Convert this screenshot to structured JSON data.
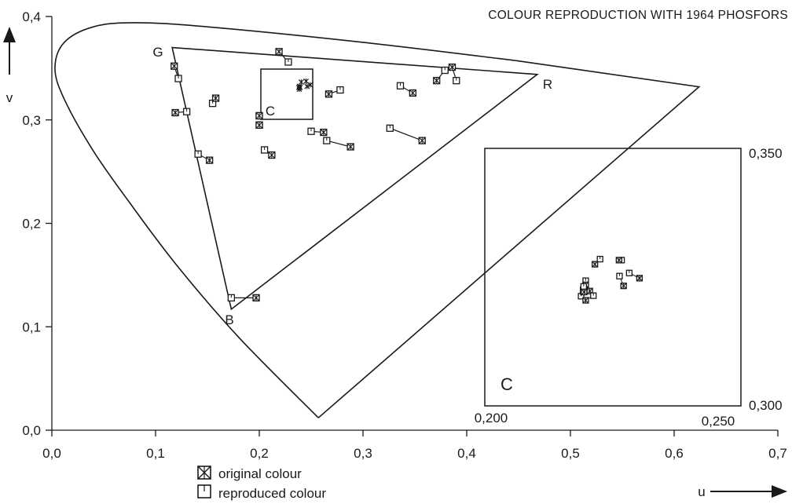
{
  "chart_data": {
    "type": "scatter",
    "title": "COLOUR REPRODUCTION WITH 1964 PHOSFORS",
    "xlabel": "u",
    "ylabel": "v",
    "xlim": [
      0.0,
      0.7
    ],
    "ylim": [
      0.0,
      0.4
    ],
    "x_ticks": [
      "0,0",
      "0,1",
      "0,2",
      "0,3",
      "0,4",
      "0,5",
      "0,6",
      "0,7"
    ],
    "y_ticks": [
      "0,0",
      "0,1",
      "0,2",
      "0,3",
      "0,4"
    ],
    "gamut_1964": {
      "vertices": [
        {
          "label": "G",
          "u": 0.116,
          "v": 0.37
        },
        {
          "label": "R",
          "u": 0.468,
          "v": 0.344
        },
        {
          "label": "B",
          "u": 0.173,
          "v": 0.117
        }
      ]
    },
    "spectral_locus": {
      "points": [
        [
          0.257,
          0.012
        ],
        [
          0.18,
          0.09
        ],
        [
          0.12,
          0.16
        ],
        [
          0.075,
          0.22
        ],
        [
          0.04,
          0.27
        ],
        [
          0.012,
          0.32
        ],
        [
          0.003,
          0.35
        ],
        [
          0.012,
          0.375
        ],
        [
          0.04,
          0.39
        ],
        [
          0.08,
          0.394
        ],
        [
          0.15,
          0.39
        ],
        [
          0.3,
          0.375
        ],
        [
          0.45,
          0.357
        ],
        [
          0.624,
          0.332
        ],
        [
          0.257,
          0.012
        ]
      ]
    },
    "white_point": {
      "label": "C",
      "u": 0.2,
      "v": 0.3
    },
    "zoom_box": {
      "label": "C",
      "u_range": [
        0.2,
        0.25
      ],
      "v_range": [
        0.3,
        0.35
      ]
    },
    "zoom_axis_labels": {
      "u_min": "0,200",
      "u_max": "0,250",
      "v_min": "0,300",
      "v_max": "0,350"
    },
    "pairs": [
      {
        "original": [
          0.118,
          0.352
        ],
        "reproduced": [
          0.122,
          0.34
        ]
      },
      {
        "original": [
          0.119,
          0.307
        ],
        "reproduced": [
          0.13,
          0.308
        ]
      },
      {
        "original": [
          0.158,
          0.321
        ],
        "reproduced": [
          0.155,
          0.316
        ]
      },
      {
        "original": [
          0.152,
          0.261
        ],
        "reproduced": [
          0.141,
          0.267
        ]
      },
      {
        "original": [
          0.197,
          0.128
        ],
        "reproduced": [
          0.173,
          0.128
        ]
      },
      {
        "original": [
          0.219,
          0.366
        ],
        "reproduced": [
          0.228,
          0.356
        ]
      },
      {
        "original": [
          0.2,
          0.304
        ],
        "reproduced": [
          0.2,
          0.304
        ]
      },
      {
        "original": [
          0.2,
          0.295
        ],
        "reproduced": [
          0.2,
          0.295
        ]
      },
      {
        "original": [
          0.212,
          0.266
        ],
        "reproduced": [
          0.205,
          0.271
        ]
      },
      {
        "original": [
          0.267,
          0.325
        ],
        "reproduced": [
          0.278,
          0.329
        ]
      },
      {
        "original": [
          0.262,
          0.288
        ],
        "reproduced": [
          0.25,
          0.289
        ]
      },
      {
        "original": [
          0.288,
          0.274
        ],
        "reproduced": [
          0.265,
          0.28
        ]
      },
      {
        "original": [
          0.348,
          0.326
        ],
        "reproduced": [
          0.336,
          0.333
        ]
      },
      {
        "original": [
          0.357,
          0.28
        ],
        "reproduced": [
          0.326,
          0.292
        ]
      },
      {
        "original": [
          0.371,
          0.338
        ],
        "reproduced": [
          0.379,
          0.348
        ]
      },
      {
        "original": [
          0.386,
          0.351
        ],
        "reproduced": [
          0.39,
          0.338
        ]
      }
    ],
    "zoom_pairs": [
      {
        "original": [
          0.2215,
          0.3275
        ],
        "reproduced": [
          0.2225,
          0.3285
        ]
      },
      {
        "original": [
          0.2262,
          0.3283
        ],
        "reproduced": [
          0.2267,
          0.3283
        ]
      },
      {
        "original": [
          0.2302,
          0.3248
        ],
        "reproduced": [
          0.2282,
          0.3258
        ]
      },
      {
        "original": [
          0.2271,
          0.3233
        ],
        "reproduced": [
          0.2263,
          0.3252
        ]
      },
      {
        "original": [
          0.2197,
          0.3235
        ],
        "reproduced": [
          0.2197,
          0.3243
        ]
      },
      {
        "original": [
          0.2205,
          0.3223
        ],
        "reproduced": [
          0.2192,
          0.3225
        ]
      },
      {
        "original": [
          0.2192,
          0.3222
        ],
        "reproduced": [
          0.2188,
          0.3213
        ]
      },
      {
        "original": [
          0.2197,
          0.3205
        ],
        "reproduced": [
          0.2212,
          0.3214
        ]
      },
      {
        "original": [
          0.2194,
          0.3221
        ],
        "reproduced": [
          0.2193,
          0.3232
        ]
      }
    ],
    "legend": [
      {
        "symbol": "original",
        "label": "original colour"
      },
      {
        "symbol": "reproduced",
        "label": "reproduced colour"
      }
    ],
    "grid": false,
    "colors": {
      "ink": "#1a1a1a",
      "paper": "#ffffff"
    }
  }
}
